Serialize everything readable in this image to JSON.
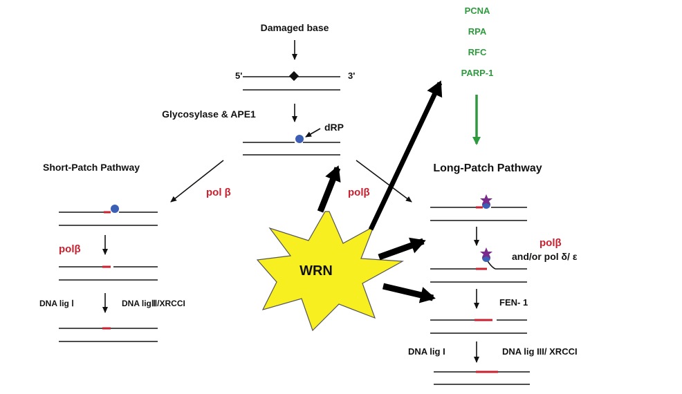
{
  "labels": {
    "damaged_base": "Damaged base",
    "five_prime": "5'",
    "three_prime": "3'",
    "glycosylase": "Glycosylase & APE1",
    "drp": "dRP",
    "short_patch": "Short-Patch Pathway",
    "long_patch": "Long-Patch Pathway",
    "pol_beta_left": "pol β",
    "pol_beta_mid": "polβ",
    "pol_beta_short": "polβ",
    "dna_lig_i_short": "DNA lig Ⅰ",
    "dna_lig_iii_short": "DNA ligⅢ/XRCCI",
    "wrn": "WRN",
    "pol_beta_long": "polβ",
    "pol_delta": "and/or pol  δ/ ε",
    "fen1": "FEN- 1",
    "dna_lig_i_long": "DNA lig I",
    "dna_lig_iii_long": "DNA lig III/   XRCCI"
  },
  "factors": [
    "PCNA",
    "RPA",
    "RFC",
    "PARP-1"
  ],
  "colors": {
    "green": "#2e9a3e",
    "red": "#c8202e",
    "blue": "#3b5fb5",
    "purple": "#7a2a8a",
    "yellow": "#f7ef1f",
    "black": "#111111"
  }
}
